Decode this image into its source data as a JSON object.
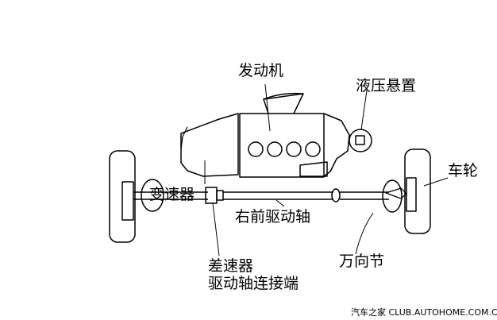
{
  "labels": {
    "engine": "发动机",
    "hydraulic_mount": "液压悬置",
    "transmission": "变速器",
    "wheel": "车轮",
    "right_front_driveshaft": "右前驱动轴",
    "cv_joint": "万向节",
    "differential": "差速器",
    "driveshaft_connection": "驱动轴连接端"
  },
  "watermark": "汽车之家  CLUB.AUTOHOME.COM.CN",
  "colors": {
    "background": "#ffffff",
    "line": "#000000"
  }
}
